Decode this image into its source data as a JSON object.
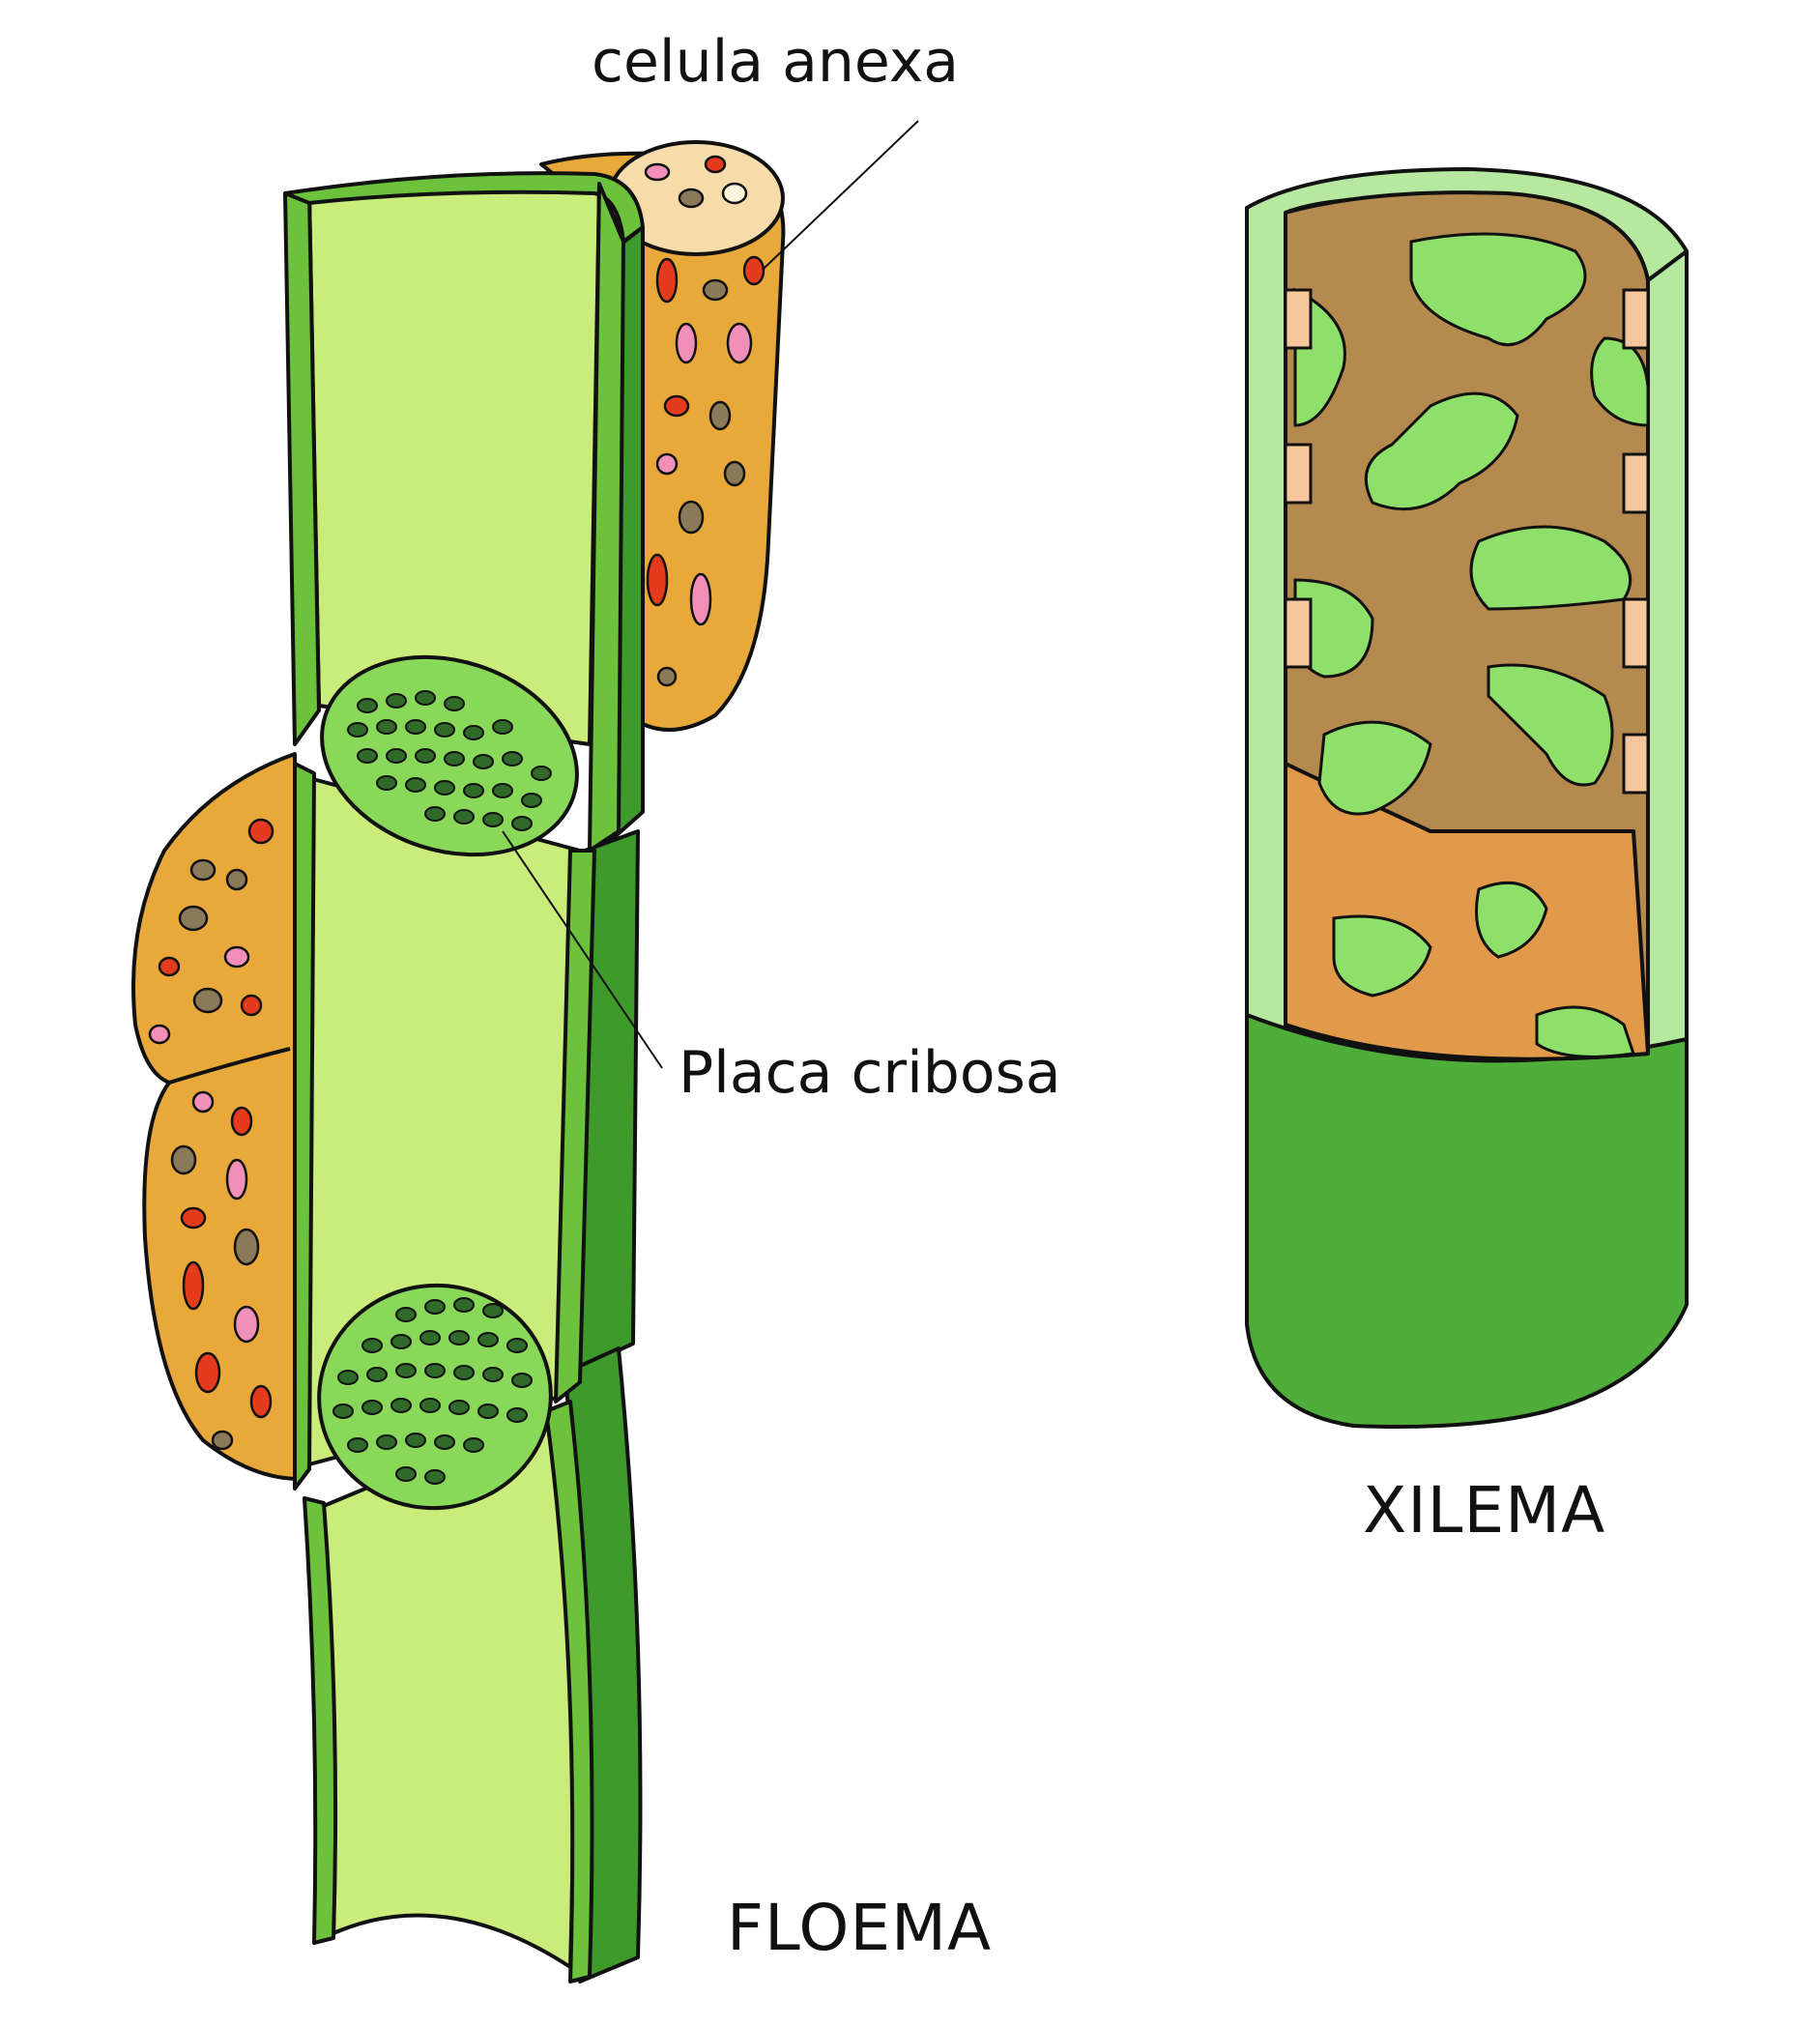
{
  "labels": {
    "companion_cell": "celula anexa",
    "sieve_plate": "Placa cribosa",
    "phloem": "FLOEMA",
    "xylem": "XILEMA"
  },
  "colors": {
    "tube_wall": "#6cc23a",
    "tube_wall_dark": "#3f9a2c",
    "tube_inner": "#c9ec7a",
    "companion_cell": "#e9a93a",
    "companion_cell_top": "#f6dcaa",
    "organelle_red": "#e43a1e",
    "organelle_pink": "#f08fb8",
    "organelle_brown": "#8a7a5a",
    "sieve_plate": "#8ad85a",
    "sieve_pore": "#2f6a2a",
    "xylem_outer": "#4fae3a",
    "xylem_rim": "#b7e8a0",
    "xylem_inner_brown": "#b58a4e",
    "xylem_pit": "#8ee06a",
    "xylem_base": "#e09a4a"
  }
}
